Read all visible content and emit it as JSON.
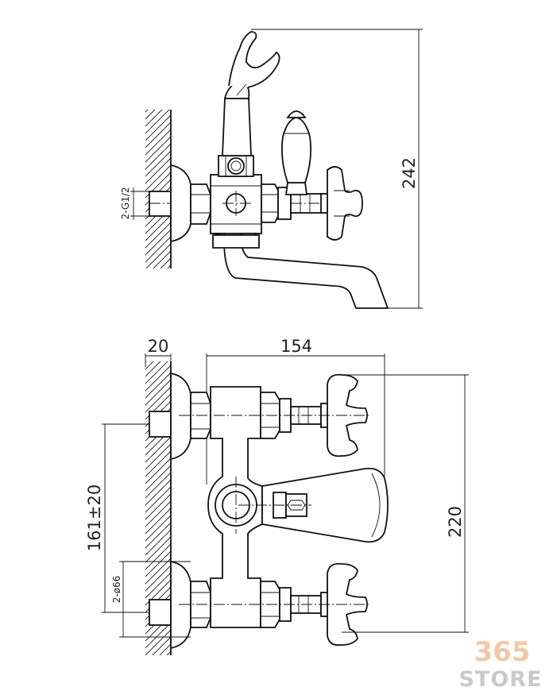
{
  "dimensions": {
    "height_total": "242",
    "thread_size": "2-G1/2",
    "wall_offset": "20",
    "width_total": "154",
    "height_body": "220",
    "center_distance": "161±20",
    "flange_diameter": "2-ø66"
  },
  "logo": {
    "number": "365",
    "word": "STORE"
  }
}
